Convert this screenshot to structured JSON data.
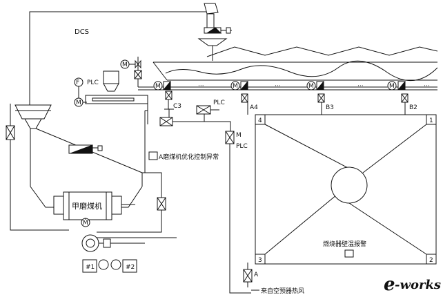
{
  "labels": {
    "dcs": "DCS",
    "plc_feeder": "PLC",
    "plc_valve": "PLC",
    "plc_m": "PLC",
    "motor_m": "M",
    "flow_f": "F",
    "mill_name": "甲磨煤机",
    "alarm_mill": "A磨煤机优化控制异常",
    "alarm_burner": "燃烧器壁温报警",
    "hot_air": "来自空预器热风",
    "pipe_a": "A",
    "pipe_m": "M",
    "pipe_a4": "A4",
    "pipe_b3": "B3",
    "pipe_b2": "B2",
    "pipe_c3": "C3",
    "corner_1": "1",
    "corner_2": "2",
    "corner_3": "3",
    "corner_4": "4",
    "fan_1": "#1",
    "fan_2": "#2",
    "ellipsis": "···",
    "watermark_e": "e",
    "watermark_rest": "-works"
  },
  "colors": {
    "line": "#111111",
    "fill_dark": "#111111",
    "watermark": "#d0d0d0",
    "background": "#ffffff"
  }
}
